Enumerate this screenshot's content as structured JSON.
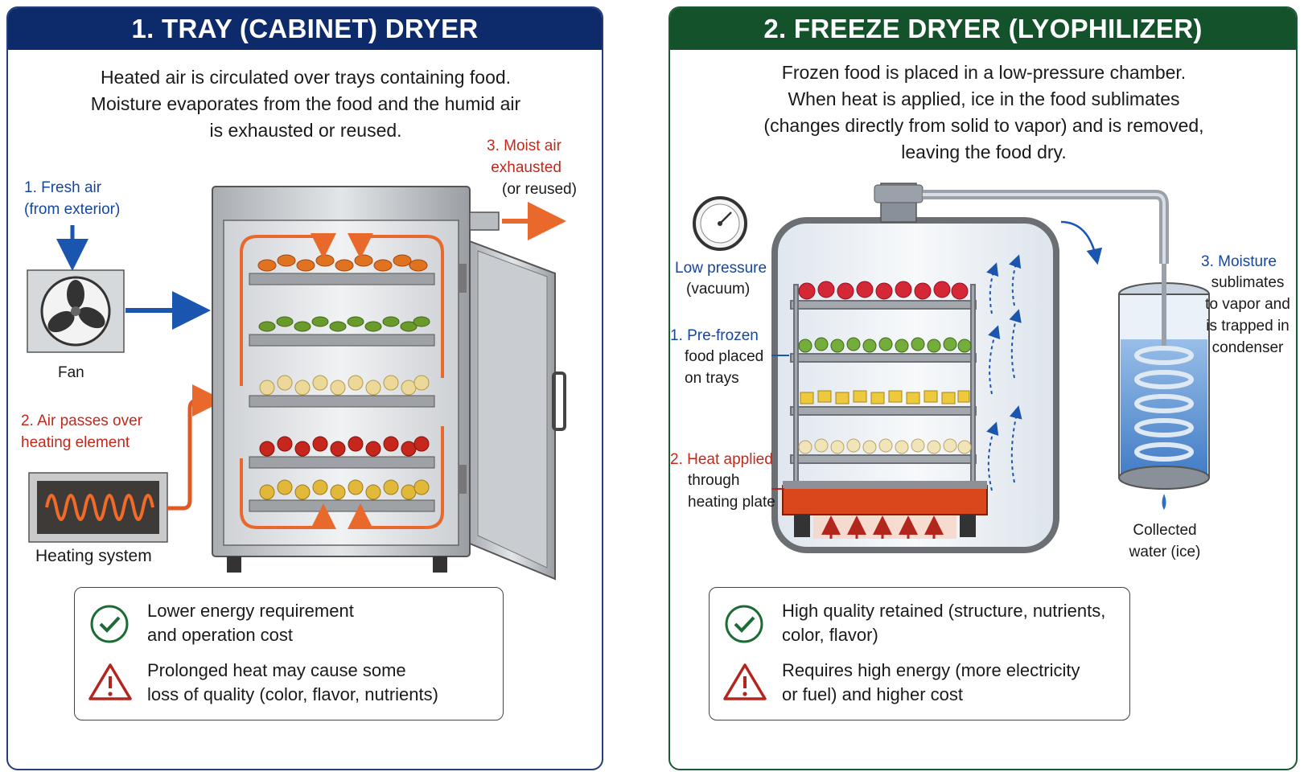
{
  "tray": {
    "title": "1. TRAY (CABINET) DRYER",
    "description": "Heated air is circulated over trays containing food.\nMoisture evaporates from the food and the humid air\nis exhausted or reused.",
    "fresh_air_label": "1. Fresh air",
    "fresh_air_sub": "(from exterior)",
    "fan_label": "Fan",
    "heating_label": "2. Air passes over\nheating element",
    "heating_system_label": "Heating system",
    "exhaust_label": "3. Moist air\nexhausted",
    "exhaust_sub": "(or reused)",
    "pro": "Lower energy requirement\nand operation cost",
    "con": "Prolonged heat may cause some\nloss of quality (color, flavor, nutrients)"
  },
  "freeze": {
    "title": "2. FREEZE DRYER (LYOPHILIZER)",
    "description": "Frozen food is placed in a low-pressure chamber.\nWhen heat is applied, ice in the food sublimates\n(changes directly from solid to vapor) and is removed,\nleaving the food dry.",
    "pressure_label": "Low pressure",
    "pressure_sub": "(vacuum)",
    "prefrozen_label": "1. Pre-frozen",
    "prefrozen_sub": "food placed\non trays",
    "heat_label": "2. Heat applied",
    "heat_sub": "through\nheating plate",
    "moisture_label": "3. Moisture",
    "moisture_sub": "sublimates\nto vapor and\nis trapped in\ncondenser",
    "collected_label": "Collected\nwater (ice)",
    "pro": "High quality retained (structure, nutrients,\ncolor, flavor)",
    "con": "Requires high energy (more electricity\nor fuel) and higher cost"
  },
  "colors": {
    "tray_header": "#0d2a6b",
    "freeze_header": "#14522c",
    "air_arrow": "#e8692b",
    "fresh_arrow": "#1a56b0",
    "check": "#1d6b35",
    "warning": "#b3261e"
  },
  "icons": [
    "fan-icon",
    "heating-coil-icon",
    "pressure-gauge-icon",
    "check-icon",
    "warning-icon",
    "condenser-icon"
  ]
}
